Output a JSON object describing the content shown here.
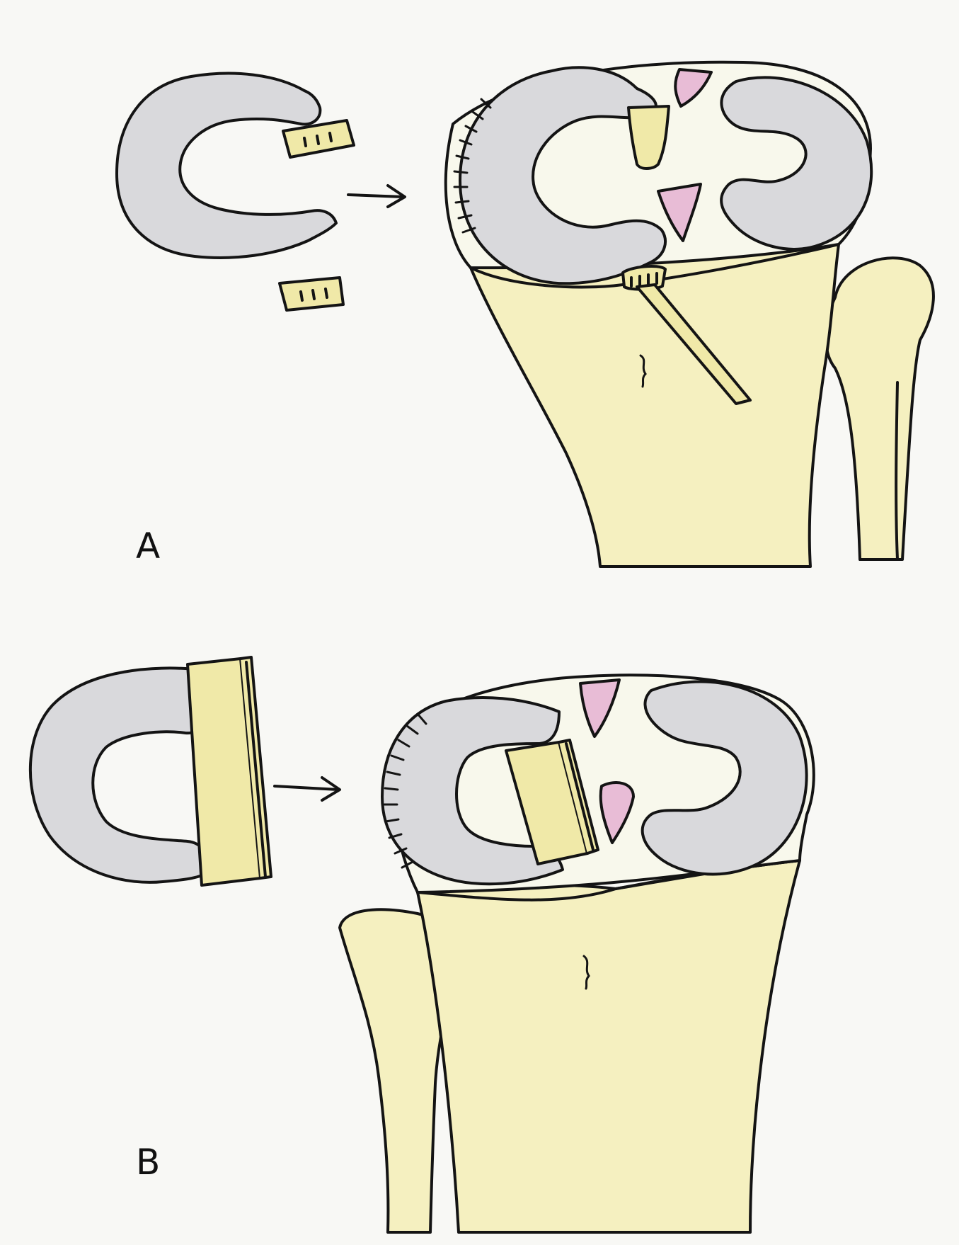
{
  "panels": [
    {
      "id": "a",
      "label": "A"
    },
    {
      "id": "b",
      "label": "B"
    }
  ],
  "colors": {
    "background": "#f8f8f5",
    "bone": "#f5f0c0",
    "meniscus": "#d9d9dc",
    "ligament": "#e8bcd6",
    "outline": "#141414"
  }
}
